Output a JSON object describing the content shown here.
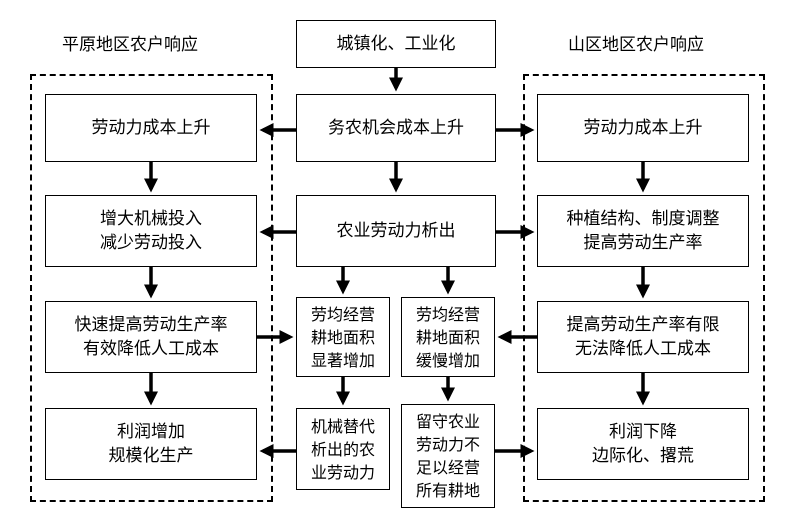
{
  "titles": {
    "left": "平原地区农户响应",
    "right": "山区地区农户响应"
  },
  "center": {
    "top": "城镇化、工业化",
    "opportunity_cost": "务农机会成本上升",
    "labor_outflow": "农业劳动力析出",
    "plain_area": [
      "劳均经营",
      "耕地面积",
      "显著增加"
    ],
    "mountain_area": [
      "劳均经营",
      "耕地面积",
      "缓慢增加"
    ],
    "machine": [
      "机械替代",
      "析出的农",
      "业劳动力"
    ],
    "remaining_labor": [
      "留守农业",
      "劳动力不",
      "足以经营",
      "所有耕地"
    ]
  },
  "plain": {
    "cost": [
      "劳动力成本上升"
    ],
    "mechanize": [
      "增大机械投入",
      "减少劳动投入"
    ],
    "productivity": [
      "快速提高劳动生产率",
      "有效降低人工成本"
    ],
    "profit": [
      "利润增加",
      "规模化生产"
    ]
  },
  "mountain": {
    "cost": [
      "劳动力成本上升"
    ],
    "structure": [
      "种植结构、制度调整",
      "提高劳动生产率"
    ],
    "productivity": [
      "提高劳动生产率有限",
      "无法降低人工成本"
    ],
    "profit": [
      "利润下降",
      "边际化、撂荒"
    ]
  }
}
